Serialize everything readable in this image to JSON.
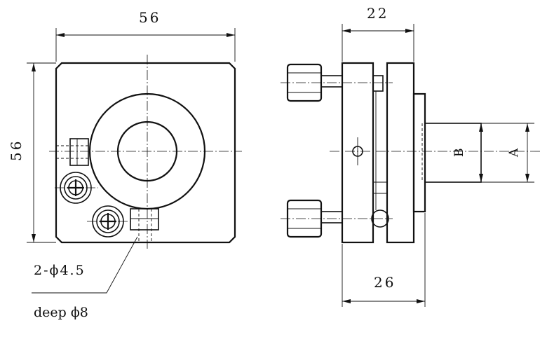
{
  "dimensions": {
    "front_width": "56",
    "front_height": "56",
    "side_depth": "22",
    "side_bottom": "26",
    "bore_inner": "B",
    "bore_outer": "A"
  },
  "notes": {
    "hole_spec": "2-ϕ4.5",
    "deep_spec": "deep ϕ8"
  }
}
